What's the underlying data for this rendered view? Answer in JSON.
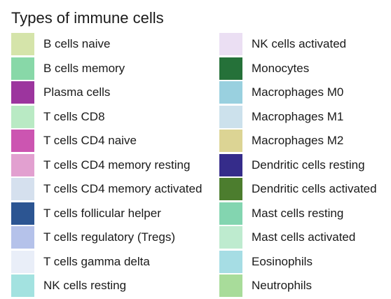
{
  "legend": {
    "title": "Types of immune cells",
    "left_items": [
      {
        "label": "B cells naive",
        "color": "#D5E4AA"
      },
      {
        "label": "B cells memory",
        "color": "#88D8A8"
      },
      {
        "label": "Plasma cells",
        "color": "#9C359E"
      },
      {
        "label": "T cells CD8",
        "color": "#B9EAC4"
      },
      {
        "label": "T cells CD4 naive",
        "color": "#CC55B1"
      },
      {
        "label": "T cells CD4 memory resting",
        "color": "#E2A0D0"
      },
      {
        "label": "T cells CD4 memory activated",
        "color": "#D5E0EE"
      },
      {
        "label": "T cells follicular helper",
        "color": "#2C5592"
      },
      {
        "label": "T cells regulatory (Tregs)",
        "color": "#B5C2EA"
      },
      {
        "label": "T cells gamma delta",
        "color": "#E9EEF8"
      },
      {
        "label": "NK cells resting",
        "color": "#A3E2E0"
      }
    ],
    "right_items": [
      {
        "label": "NK cells activated",
        "color": "#EBDFF3"
      },
      {
        "label": "Monocytes",
        "color": "#257139"
      },
      {
        "label": "Macrophages M0",
        "color": "#99D0DF"
      },
      {
        "label": "Macrophages M1",
        "color": "#CCE1EC"
      },
      {
        "label": "Macrophages M2",
        "color": "#DCD494"
      },
      {
        "label": "Dendritic cells resting",
        "color": "#352C8A"
      },
      {
        "label": "Dendritic cells activated",
        "color": "#4C7D2E"
      },
      {
        "label": "Mast cells resting",
        "color": "#83D5B0"
      },
      {
        "label": "Mast cells activated",
        "color": "#BEEBCF"
      },
      {
        "label": "Eosinophils",
        "color": "#A6DDE4"
      },
      {
        "label": "Neutrophils",
        "color": "#A8DC9A"
      }
    ]
  }
}
